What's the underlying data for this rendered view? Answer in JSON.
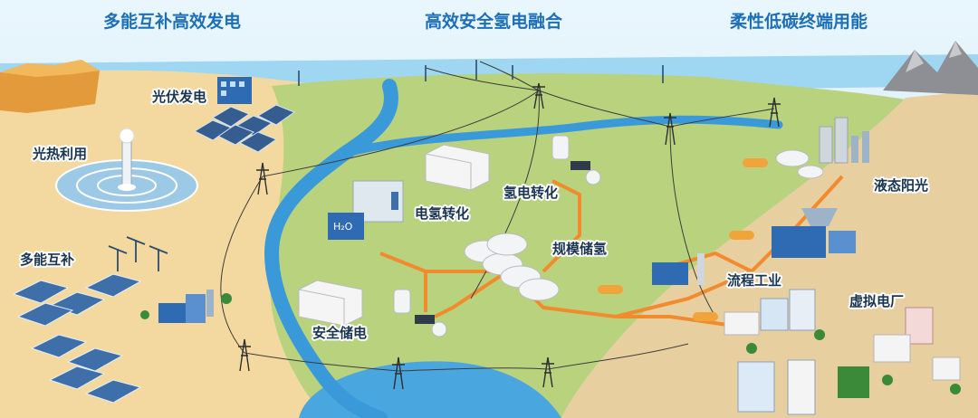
{
  "headers": {
    "left": "多能互补高效发电",
    "center": "高效安全氢电融合",
    "right": "柔性低碳终端用能"
  },
  "labels": {
    "solar_pv": "光伏发电",
    "solar_thermal": "光热利用",
    "multi_energy": "多能互补",
    "power_to_hydrogen": "电氢转化",
    "hydrogen_to_power": "氢电转化",
    "hydrogen_storage": "规模储氢",
    "safe_storage": "安全储电",
    "liquid_sunshine": "液态阳光",
    "process_industry": "流程工业",
    "virtual_plant": "虚拟电厂",
    "h2o_tag": "H₂O"
  },
  "colors": {
    "sky": "#dff1fb",
    "desert": "#f3d9a0",
    "plain": "#b9d27e",
    "river": "#3a9ad9",
    "hydrogen_pipe": "#f28a2e",
    "header_text": "#1d6fb8",
    "label_text": "#1a3550"
  },
  "icons": [
    "wind-turbine-icon",
    "pylon-icon",
    "solar-panel-icon",
    "solar-tower-icon",
    "hydrogen-tank-icon",
    "battery-container-icon",
    "factory-icon",
    "tanker-truck-icon",
    "building-icon",
    "mountain-icon"
  ]
}
